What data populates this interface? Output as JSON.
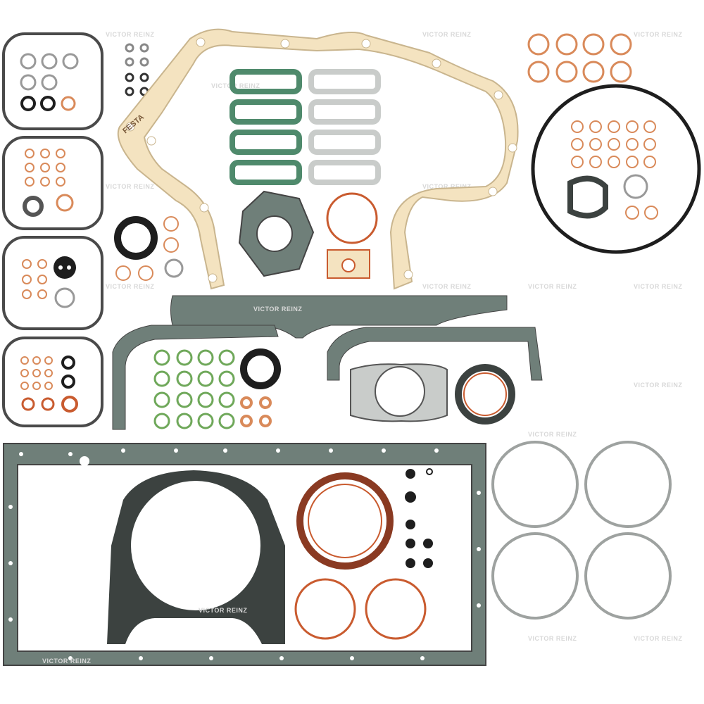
{
  "image": {
    "subject": "Engine gasket kit product photo",
    "background_color": "#ffffff"
  },
  "watermark": {
    "text": "VICTOR REINZ",
    "color": "#d8d8d8"
  },
  "prints": {
    "festa": "FESTA",
    "victor_reinz": "VICTOR REINZ"
  },
  "colors": {
    "gray_gasket": "#6f7f79",
    "dark_gasket": "#3c4240",
    "paper_gasket": "#f4e3c0",
    "green_gasket": "#4f8a6c",
    "silver_gasket": "#c9ccca",
    "copper_ring": "#d98a5a",
    "orange_ring": "#c95b2f",
    "black_seal": "#1e1e1e",
    "outline": "#444"
  }
}
